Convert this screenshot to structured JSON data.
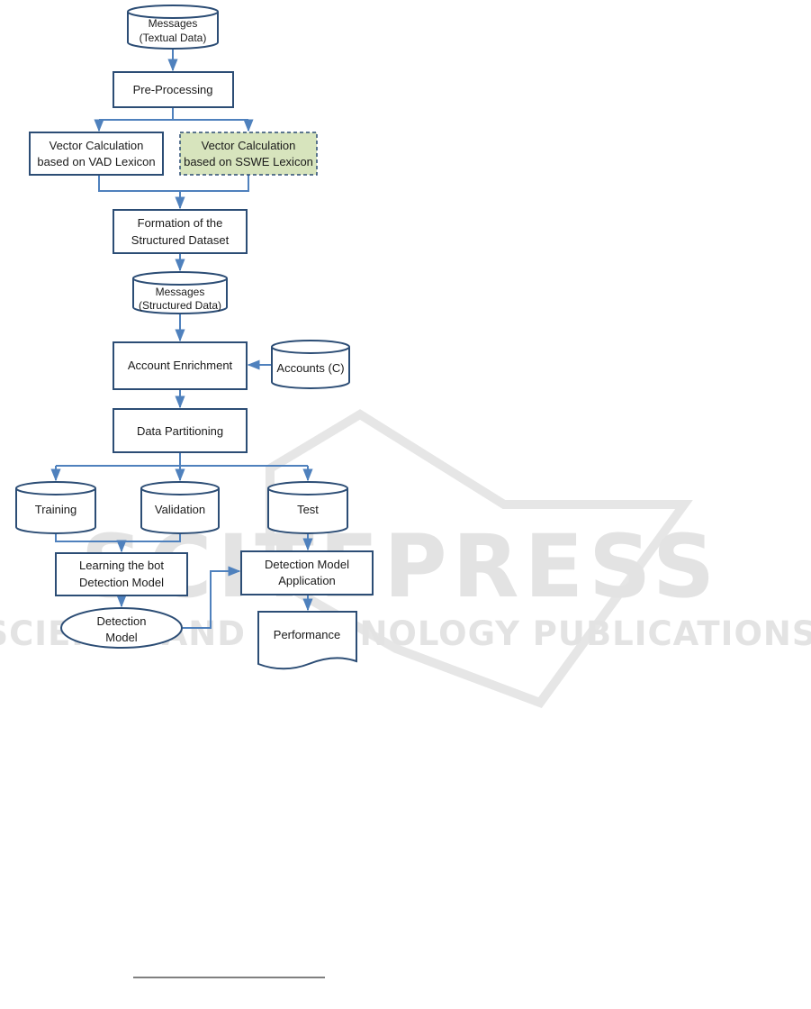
{
  "diagram": {
    "nodes": {
      "messages_textual": [
        "Messages",
        "(Textual Data)"
      ],
      "pre_processing": [
        "Pre-Processing"
      ],
      "vector_vad": [
        "Vector Calculation",
        "based on VAD Lexicon"
      ],
      "vector_sswe": [
        "Vector Calculation",
        "based on SSWE Lexicon"
      ],
      "formation": [
        "Formation of the",
        "Structured Dataset"
      ],
      "messages_structured": [
        "Messages",
        "(Structured Data)"
      ],
      "account_enrichment": [
        "Account Enrichment"
      ],
      "accounts": [
        "Accounts (C)"
      ],
      "data_partitioning": [
        "Data Partitioning"
      ],
      "training": [
        "Training"
      ],
      "validation": [
        "Validation"
      ],
      "test": [
        "Test"
      ],
      "learning": [
        "Learning the bot",
        "Detection Model"
      ],
      "detection_app": [
        "Detection Model",
        "Application"
      ],
      "detection_model": [
        "Detection",
        "Model"
      ],
      "performance": [
        "Performance"
      ]
    },
    "colors": {
      "stroke": "#2c4d75",
      "arrow": "#4f81bd",
      "highlight_fill": "#d7e4bd"
    }
  },
  "watermark": {
    "line1": "SCITEPRESS",
    "line2": "SCIENCE AND TECHNOLOGY PUBLICATIONS"
  }
}
